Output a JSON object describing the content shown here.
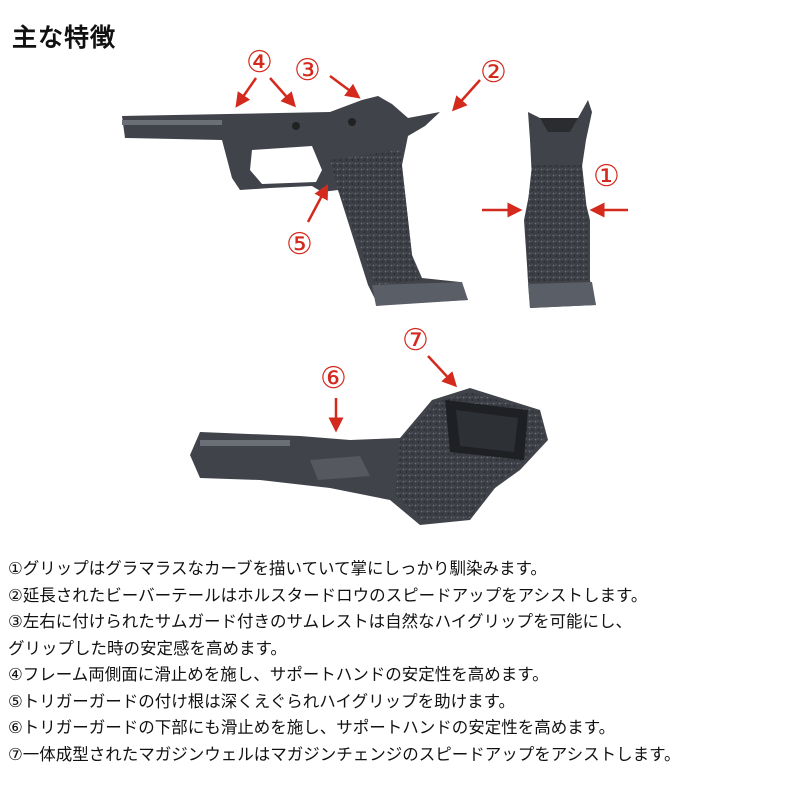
{
  "title": "主な特徴",
  "callouts": {
    "c1": "①",
    "c2": "②",
    "c3": "③",
    "c4": "④",
    "c5": "⑤",
    "c6": "⑥",
    "c7": "⑦"
  },
  "colors": {
    "accent": "#d42a1e",
    "frame": "#3a3d42",
    "text": "#111111"
  },
  "features": [
    "①グリップはグラマラスなカーブを描いていて掌にしっかり馴染みます。",
    "②延長されたビーバーテールはホルスタードロウのスピードアップをアシストします。",
    "③左右に付けられたサムガード付きのサムレストは自然なハイグリップを可能にし、",
    "グリップした時の安定感を高めます。",
    "④フレーム両側面に滑止めを施し、サポートハンドの安定性を高めます。",
    "⑤トリガーガードの付け根は深くえぐられハイグリップを助けます。",
    "⑥トリガーガードの下部にも滑止めを施し、サポートハンドの安定性を高めます。",
    "⑦一体成型されたマガジンウェルはマガジンチェンジのスピードアップをアシストします。"
  ]
}
